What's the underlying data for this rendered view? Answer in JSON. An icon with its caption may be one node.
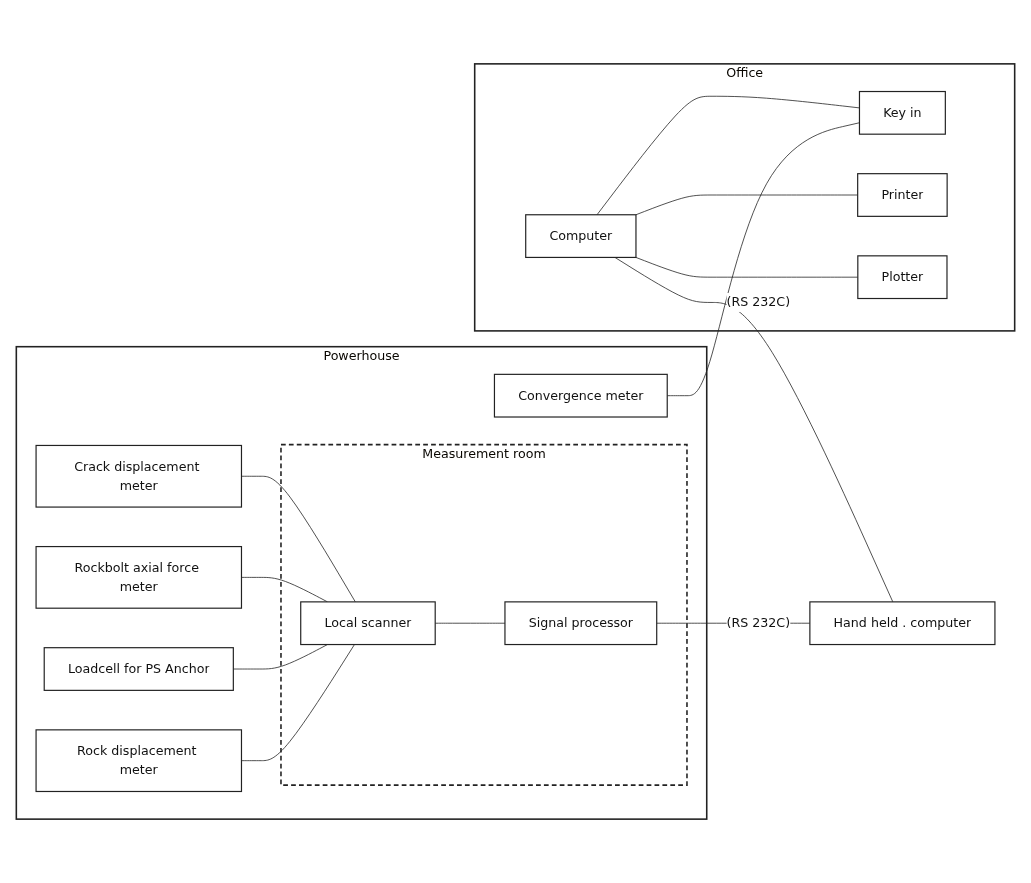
{
  "diagram": {
    "nodes": [
      {
        "text": [
          "Powerhouse"
        ]
      },
      {
        "text": [
          "Rock displacement meter"
        ],
        "in": 0
      },
      {
        "text": [
          "Loadcell for PS Anchor"
        ],
        "in": 0
      },
      {
        "text": [
          "Rockbolt axial force meter"
        ],
        "in": 0
      },
      {
        "text": [
          "Crack displacement meter"
        ],
        "in": 0
      },
      {
        "text": [
          "Measurement room"
        ],
        "in": 0
      },
      {
        "text": [
          "Local scanner"
        ],
        "in": 5
      },
      {
        "text": [
          "Signal processor"
        ],
        "in": 5
      },
      {
        "text": [
          "Convergence meter"
        ],
        "in": 0
      },
      {
        "text": [
          "Office"
        ]
      },
      {
        "text": [
          "Computer"
        ],
        "in": 9
      },
      {
        "text": [
          "Key in"
        ],
        "in": 9
      },
      {
        "text": [
          "Printer"
        ],
        "in": 9
      },
      {
        "text": [
          "Plotter"
        ],
        "in": 9
      },
      {
        "text": [
          "Hand held . computer"
        ]
      }
    ],
    "edges": [
      {
        "from": 1,
        "to": 6,
        "arrow": "none"
      },
      {
        "from": 2,
        "to": 6,
        "arrow": "none"
      },
      {
        "from": 3,
        "to": 6,
        "arrow": "none"
      },
      {
        "from": 4,
        "to": 6,
        "arrow": "none"
      },
      {
        "from": 6,
        "to": 7,
        "arrow": "none"
      },
      {
        "from": 7,
        "to": 14,
        "label": "(RS 232C)",
        "arrow": "none"
      },
      {
        "from": 8,
        "to": 11,
        "arrow": "none"
      },
      {
        "from": 10,
        "to": 11,
        "arrow": "none"
      },
      {
        "from": 10,
        "to": 14,
        "label": "(RS 232C)",
        "arrow": "none"
      },
      {
        "from": 10,
        "to": 12,
        "arrow": "none"
      },
      {
        "from": 10,
        "to": 13,
        "arrow": "none"
      }
    ]
  }
}
